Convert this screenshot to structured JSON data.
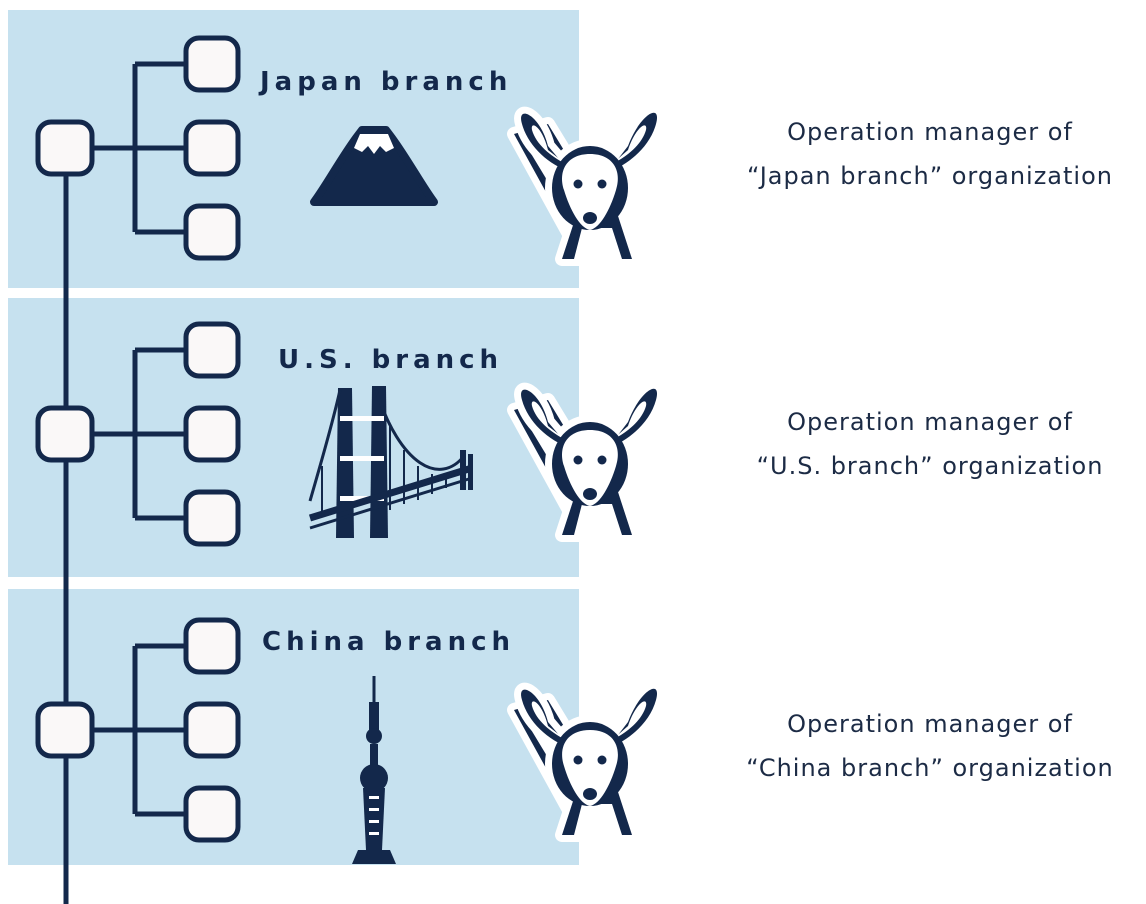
{
  "colors": {
    "panel": "#c6e1ef",
    "navy": "#13284b",
    "node_fill": "#faf8f8",
    "text": "#1c2b45"
  },
  "icons": [
    "mount-fuji-icon",
    "golden-gate-bridge-icon",
    "oriental-pearl-tower-icon",
    "kangaroo-mascot-icon"
  ],
  "branches": [
    {
      "title": "Japan branch",
      "landmark": "mount-fuji-icon",
      "description": {
        "line1": "Operation manager of",
        "line2": "“Japan branch” organization"
      }
    },
    {
      "title": "U.S. branch",
      "landmark": "golden-gate-bridge-icon",
      "description": {
        "line1": "Operation manager of",
        "line2": "“U.S. branch” organization"
      }
    },
    {
      "title": "China branch",
      "landmark": "oriental-pearl-tower-icon",
      "description": {
        "line1": "Operation manager of",
        "line2": "“China branch” organization"
      }
    }
  ]
}
